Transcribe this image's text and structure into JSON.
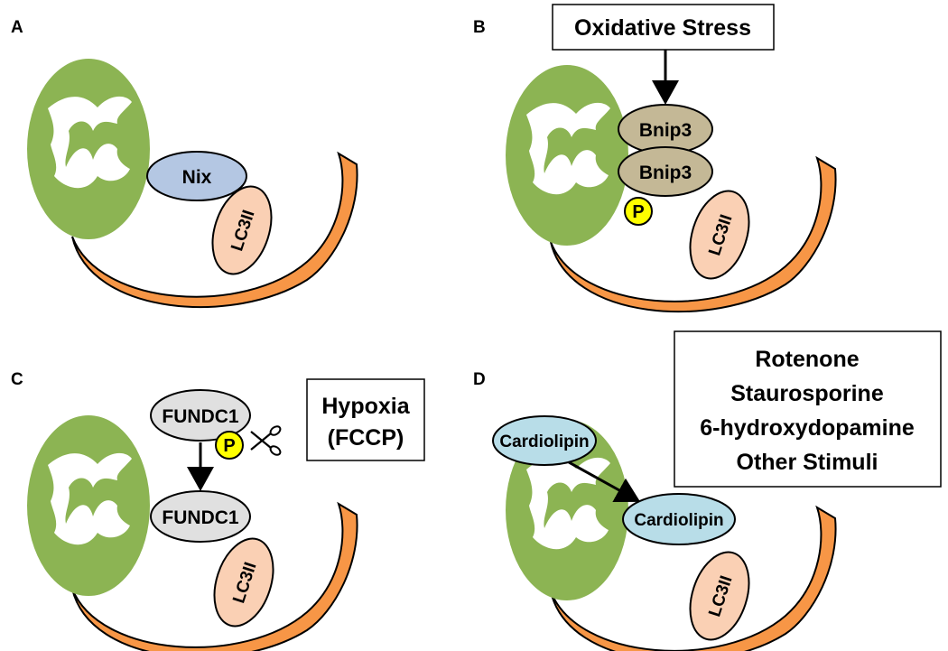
{
  "panels": {
    "a": {
      "label": "A",
      "receptor": "Nix",
      "lc3": "LC3II"
    },
    "b": {
      "label": "B",
      "stimulus": "Oxidative Stress",
      "receptor_top": "Bnip3",
      "receptor_bottom": "Bnip3",
      "phospho": "P",
      "lc3": "LC3II"
    },
    "c": {
      "label": "C",
      "receptor_top": "FUNDC1",
      "receptor_bottom": "FUNDC1",
      "phospho": "P",
      "stimulus_lines": [
        "Hypoxia",
        "(FCCP)"
      ],
      "lc3": "LC3II"
    },
    "d": {
      "label": "D",
      "lipid_top": "Cardiolipin",
      "lipid_bottom": "Cardiolipin",
      "stimuli": [
        "Rotenone",
        "Staurosporine",
        "6-hydroxydopamine",
        "Other Stimuli"
      ],
      "lc3": "LC3II"
    }
  },
  "colors": {
    "mitochondria": "#8CB453",
    "phagophore": "#F79646",
    "lc3": "#FAD0B4",
    "nix": "#B4C7E3",
    "bnip3": "#C4B896",
    "fundc1": "#E0E0E0",
    "cardiolipin": "#B8DDE8",
    "phospho": "#FFFF00"
  }
}
